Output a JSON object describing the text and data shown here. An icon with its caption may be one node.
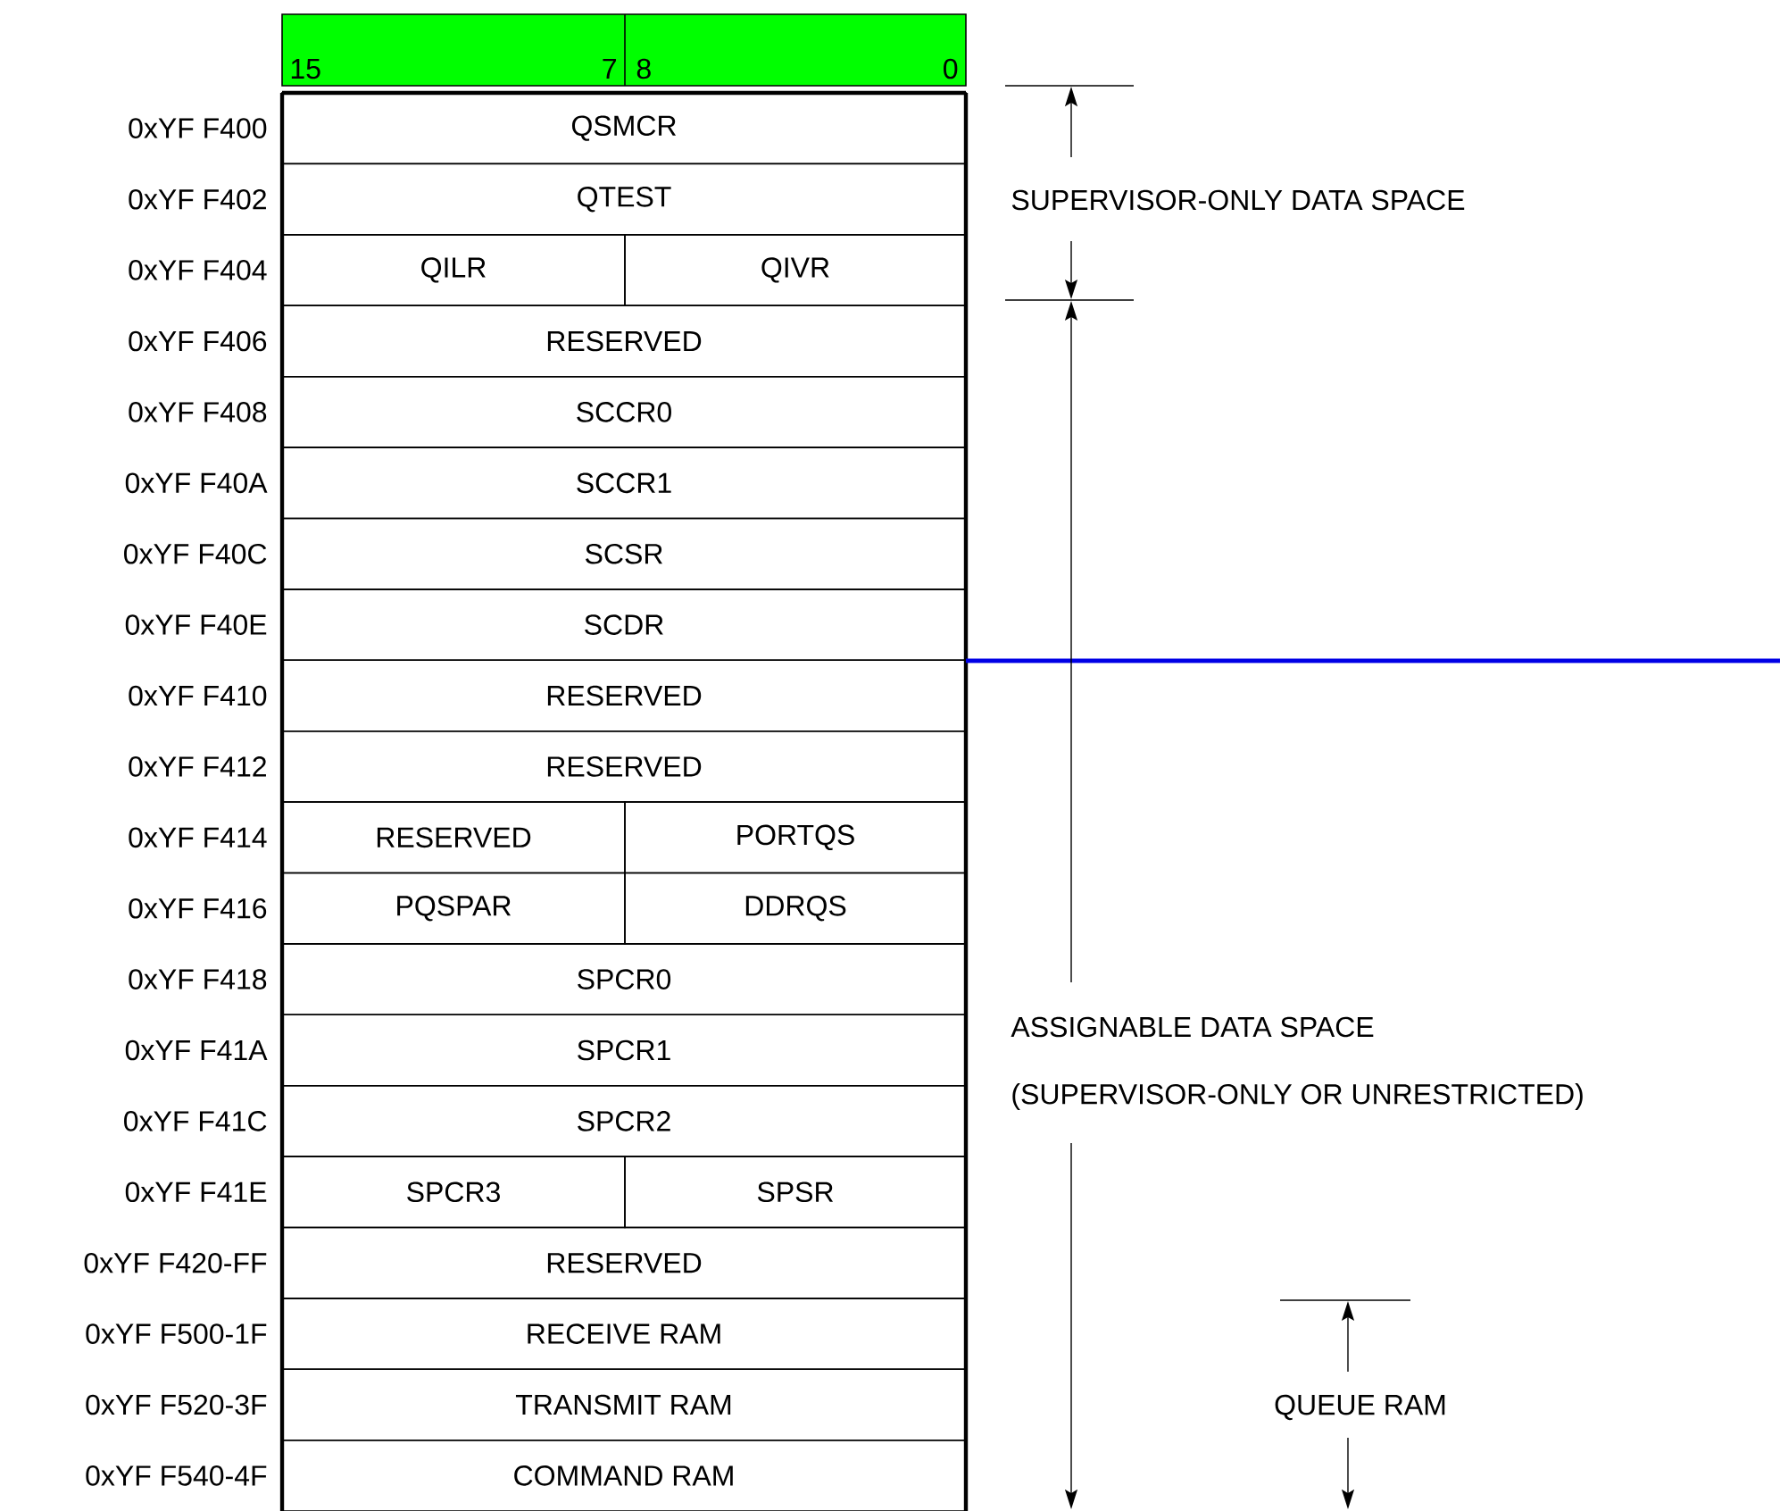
{
  "diagram": {
    "nodes": [
      {
        "text": [
          "QSMCR"
        ]
      },
      {
        "text": [
          "QTEST"
        ]
      },
      {
        "text": [
          "QILR"
        ]
      },
      {
        "text": [
          "QIVR"
        ]
      },
      {
        "text": [
          "RESERVED"
        ]
      },
      {
        "text": [
          "SCCR0"
        ]
      },
      {
        "text": [
          "SCCR1"
        ]
      },
      {
        "text": [
          "SCSR"
        ]
      },
      {
        "text": [
          "SCDR"
        ]
      },
      {
        "text": [
          "RESERVED"
        ]
      },
      {
        "text": [
          "RESERVED"
        ]
      },
      {
        "text": [
          "RESERVED"
        ]
      },
      {
        "text": [
          "PORTQS"
        ]
      },
      {
        "text": [
          "PQSPAR"
        ]
      },
      {
        "text": [
          "DDRQS"
        ]
      },
      {
        "text": [
          "SPCR0"
        ]
      },
      {
        "text": [
          "SPCR1"
        ]
      },
      {
        "text": [
          "SPCR2"
        ]
      },
      {
        "text": [
          "SPCR3"
        ]
      },
      {
        "text": [
          "SPSR"
        ]
      },
      {
        "text": [
          "RESERVED"
        ]
      },
      {
        "text": [
          "RECEIVE RAM"
        ]
      },
      {
        "text": [
          "TRANSMIT RAM"
        ]
      },
      {
        "text": [
          "COMMAND RAM"
        ]
      }
    ],
    "labels": [
      "15",
      "7",
      "8",
      "0",
      "0xYF F400",
      "0xYF F402",
      "0xYF F404",
      "0xYF F406",
      "0xYF F408",
      "0xYF F40A",
      "0xYF F40C",
      "0xYF F40E",
      "0xYF F410",
      "0xYF F412",
      "0xYF F414",
      "0xYF F416",
      "0xYF F418",
      "0xYF F41A",
      "0xYF F41C",
      "0xYF F41E",
      "0xYF F420-FF",
      "0xYF F500-1F",
      "0xYF F520-3F",
      "0xYF F540-4F",
      "SUPERVISOR-ONLY DATA SPACE",
      "ASSIGNABLE DATA SPACE",
      "(SUPERVISOR-ONLY OR UNRESTRICTED)",
      "QUEUE RAM"
    ]
  }
}
